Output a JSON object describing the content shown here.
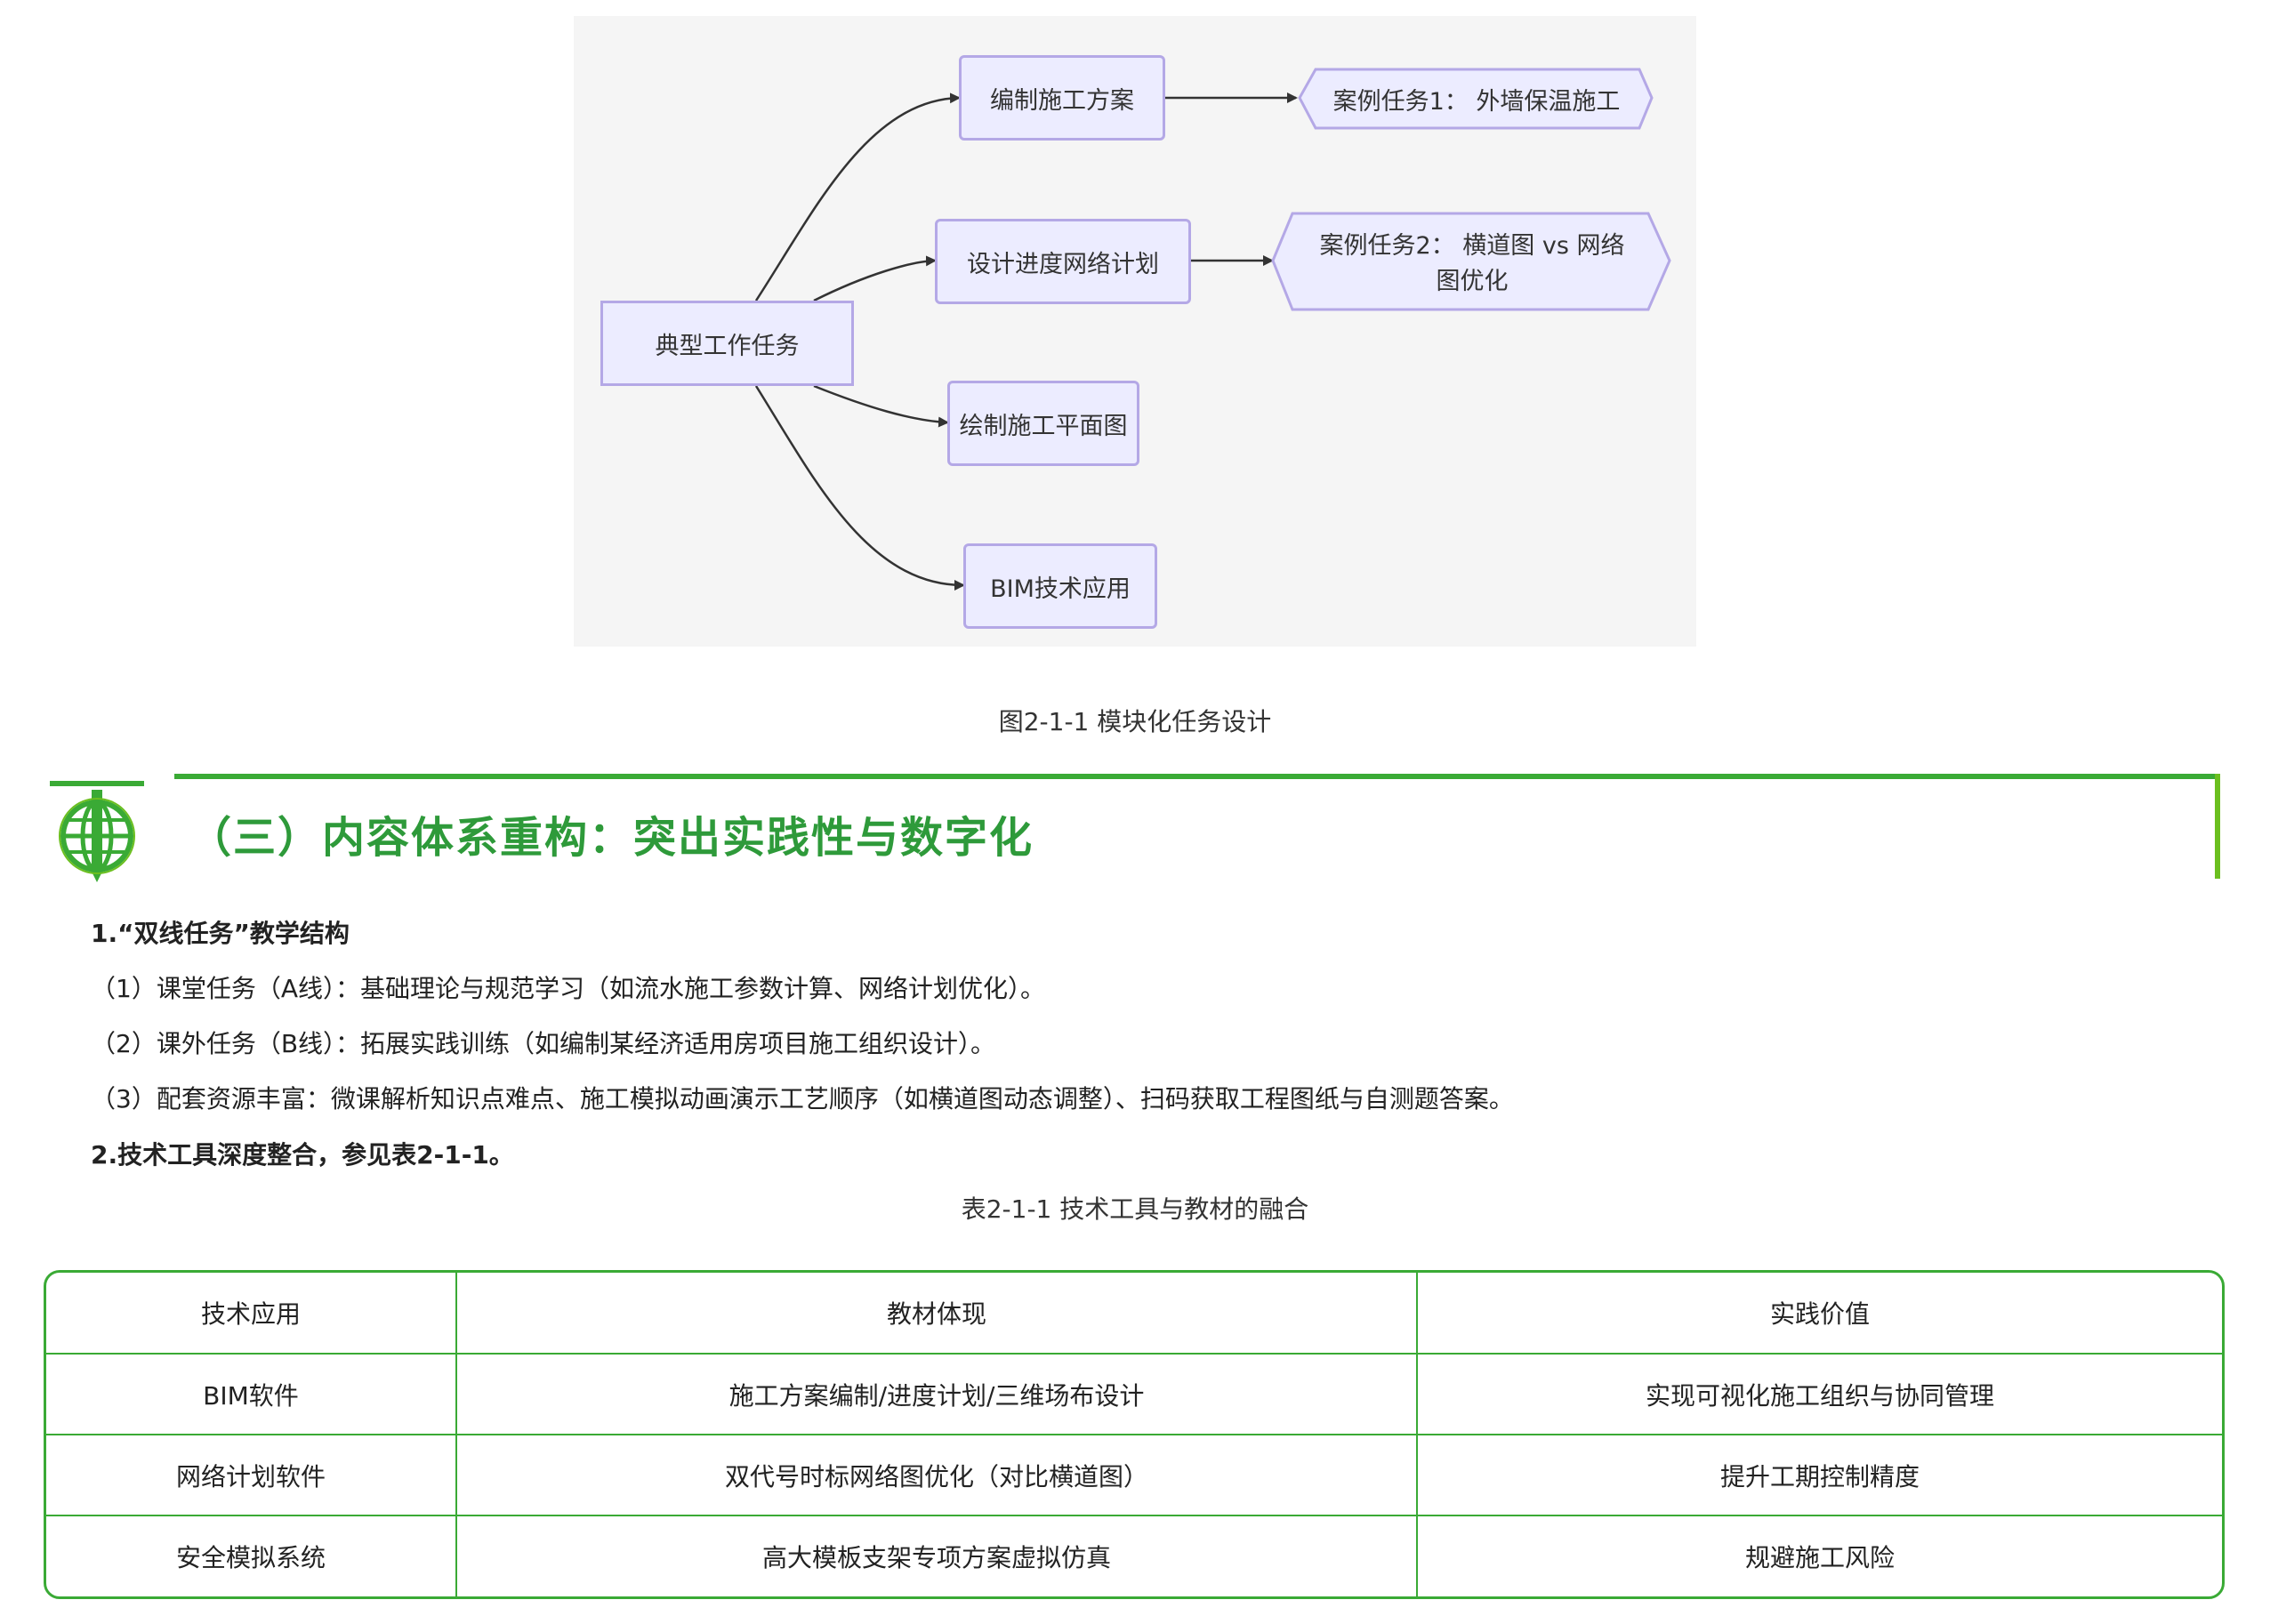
{
  "diagram": {
    "root": "典型工作任务",
    "tasks": [
      "编制施工方案",
      "设计进度网络计划",
      "绘制施工平面图",
      "BIM技术应用"
    ],
    "cases": [
      "案例任务1： 外墙保温施工",
      "案例任务2： 横道图 vs 网络",
      "图优化"
    ],
    "caption": "图2-1-1 模块化任务设计",
    "colors": {
      "node_fill": "#ececff",
      "node_border": "#b4a8e6",
      "edge": "#333333"
    }
  },
  "section": {
    "title": "（三）内容体系重构：突出实践性与数字化",
    "accent_color": "#3aaa35"
  },
  "content": {
    "heading1": "1.“双线任务”教学结构",
    "item1": "（1）课堂任务（A线）：基础理论与规范学习（如流水施工参数计算、网络计划优化）。",
    "item2": "（2）课外任务（B线）：拓展实践训练（如编制某经济适用房项目施工组织设计）。",
    "item3": "（3）配套资源丰富：微课解析知识点难点、施工模拟动画演示工艺顺序（如横道图动态调整）、扫码获取工程图纸与自测题答案。",
    "heading2": "2.技术工具深度整合，参见表2-1-1。"
  },
  "table": {
    "caption": "表2-1-1 技术工具与教材的融合",
    "headers": [
      "技术应用",
      "教材体现",
      "实践价值"
    ],
    "rows": [
      [
        "BIM软件",
        "施工方案编制/进度计划/三维场布设计",
        "实现可视化施工组织与协同管理"
      ],
      [
        "网络计划软件",
        "双代号时标网络图优化（对比横道图）",
        "提升工期控制精度"
      ],
      [
        "安全模拟系统",
        "高大模板支架专项方案虚拟仿真",
        "规避施工风险"
      ]
    ]
  }
}
